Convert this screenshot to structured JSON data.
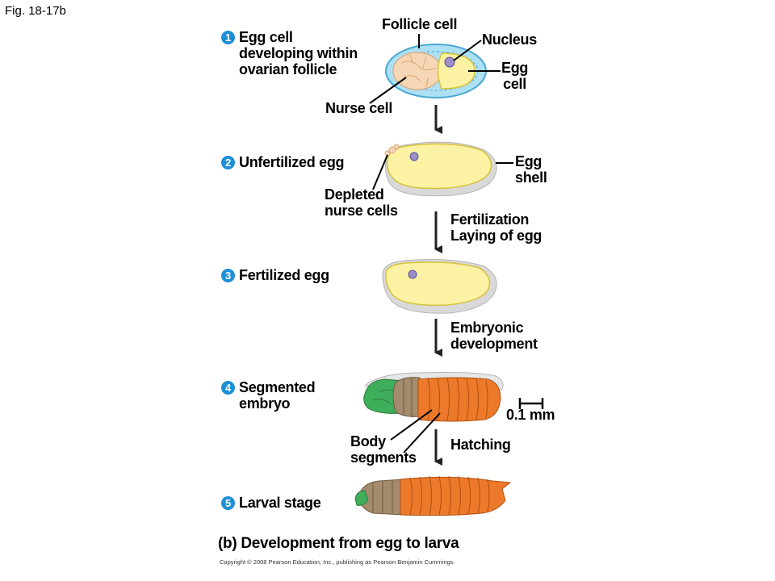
{
  "figure_label": "Fig. 18-17b",
  "stages": [
    {
      "number": "1",
      "line1": "Egg cell",
      "line2": "developing within",
      "line3": "ovarian follicle"
    },
    {
      "number": "2",
      "line1": "Unfertilized egg"
    },
    {
      "number": "3",
      "line1": "Fertilized egg"
    },
    {
      "number": "4",
      "line1": "Segmented",
      "line2": "embryo"
    },
    {
      "number": "5",
      "line1": "Larval stage"
    }
  ],
  "labels": {
    "follicle_cell": "Follicle cell",
    "nucleus": "Nucleus",
    "egg_cell_1": "Egg",
    "egg_cell_2": "cell",
    "nurse_cell": "Nurse cell",
    "egg_shell_1": "Egg",
    "egg_shell_2": "shell",
    "depleted_1": "Depleted",
    "depleted_2": "nurse cells",
    "body_segments_1": "Body",
    "body_segments_2": "segments",
    "scale": "0.1 mm"
  },
  "transitions": {
    "t2_line1": "Fertilization",
    "t2_line2": "Laying of egg",
    "t3_line1": "Embryonic",
    "t3_line2": "development",
    "t4_line1": "Hatching"
  },
  "caption": "(b) Development from egg to larva",
  "copyright": "Copyright © 2008 Pearson Education, Inc., publishing as Pearson Benjamin Cummings.",
  "colors": {
    "badge": "#1d8fd6",
    "follicle": "#aee0f4",
    "yolk": "#fbf3a3",
    "nurse": "#f6d7b5",
    "nucleus": "#9c8fc8",
    "shell": "#d9d9d9",
    "orange": "#ec7a2a",
    "brown": "#a58b6d",
    "green": "#3fae5a"
  }
}
